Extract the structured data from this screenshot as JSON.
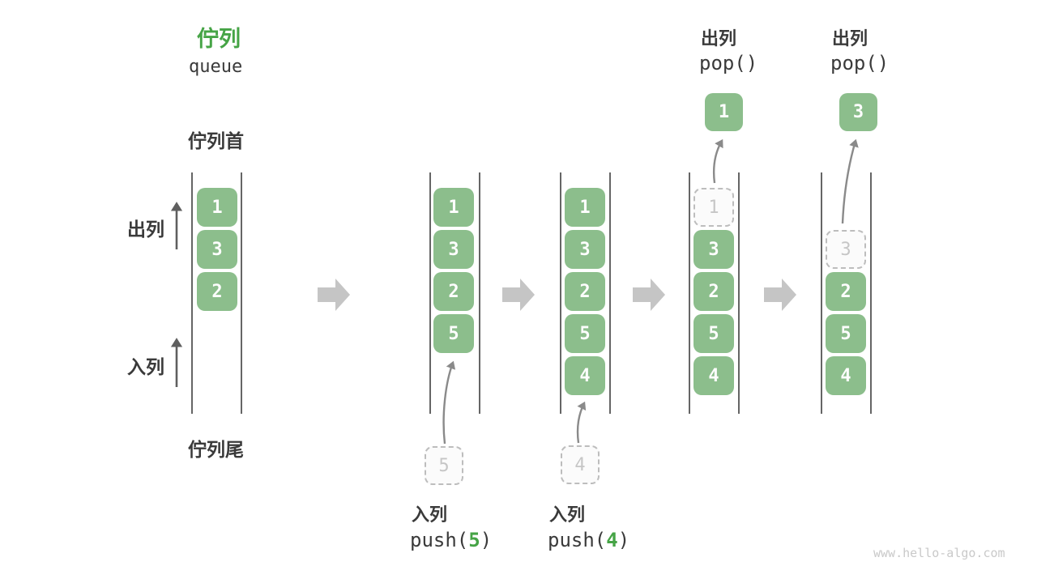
{
  "title": {
    "zh": "佇列",
    "en": "queue"
  },
  "side_labels": {
    "front": "佇列首",
    "rear": "佇列尾",
    "dequeue": "出列",
    "enqueue": "入列"
  },
  "colors": {
    "cell_green": "#8CBE8C",
    "accent_green": "#46A446",
    "state_arrow_gray": "#C5C5C5",
    "wall_line": "#3F3F3F",
    "ghost_gray": "#C6C6C6",
    "curve_arrow_gray": "#8A8A8A",
    "text_dark": "#3A3A3A",
    "watermark_gray": "#C9C9C9"
  },
  "icons": {
    "state_arrow": "block-right-arrow",
    "direction_arrow": "thin-up-arrow",
    "transfer_arrow": "curved-up-arrow"
  },
  "states": [
    {
      "cells": [
        "1",
        "3",
        "2"
      ]
    },
    {
      "cells": [
        "1",
        "3",
        "2",
        "5"
      ],
      "incoming": "5",
      "op": {
        "line1": "入列",
        "fn": "push(",
        "arg": "5",
        "close": ")"
      }
    },
    {
      "cells": [
        "1",
        "3",
        "2",
        "5",
        "4"
      ],
      "incoming": "4",
      "op": {
        "line1": "入列",
        "fn": "push(",
        "arg": "4",
        "close": ")"
      }
    },
    {
      "ghost": "1",
      "cells": [
        "3",
        "2",
        "5",
        "4"
      ],
      "popped": "1",
      "op": {
        "line1": "出列",
        "fn": "pop()"
      }
    },
    {
      "ghost": "3",
      "cells": [
        "2",
        "5",
        "4"
      ],
      "popped": "3",
      "op": {
        "line1": "出列",
        "fn": "pop()"
      }
    }
  ],
  "watermark": "www.hello-algo.com"
}
